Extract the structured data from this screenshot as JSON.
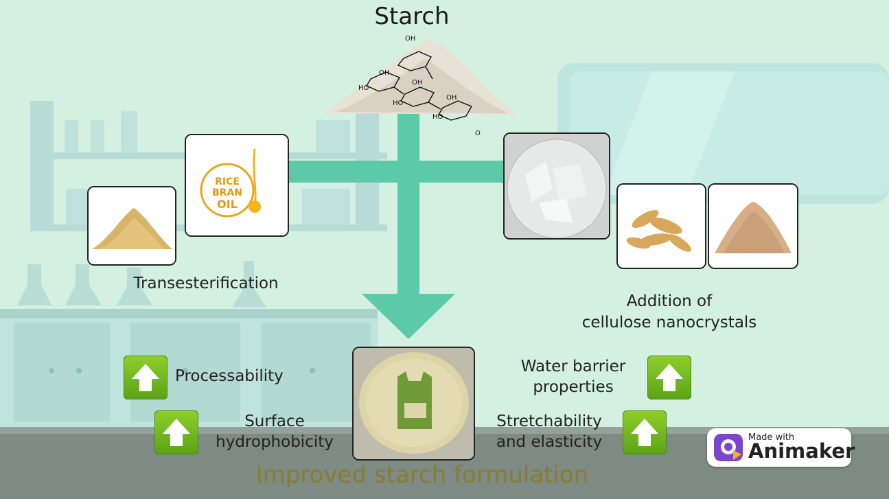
{
  "title": "Starch",
  "left_process": {
    "label": "Transesterification",
    "oil_logo_text": [
      "RICE",
      "BRAN",
      "OIL"
    ]
  },
  "right_process": {
    "label_line1": "Addition of",
    "label_line2": "cellulose nanocrystals"
  },
  "properties": {
    "processability": "Processability",
    "surface_line1": "Surface",
    "surface_line2": "hydrophobicity",
    "water_line1": "Water barrier",
    "water_line2": "properties",
    "stretch_line1": "Stretchability",
    "stretch_line2": "and elasticity"
  },
  "footer": {
    "title": "Improved starch formulation"
  },
  "watermark": {
    "small": "Made with",
    "brand": "Animaker"
  },
  "molecule_labels": {
    "oh": "OH",
    "ho": "HO",
    "o": "O"
  },
  "colors": {
    "arrow": "#5ccaa8",
    "up_arrow": "#6db821",
    "background": "#d3f0e1",
    "footer_text": "#8a7a1e"
  },
  "icons": [
    "up-arrow-icon",
    "animaker-logo-icon"
  ]
}
